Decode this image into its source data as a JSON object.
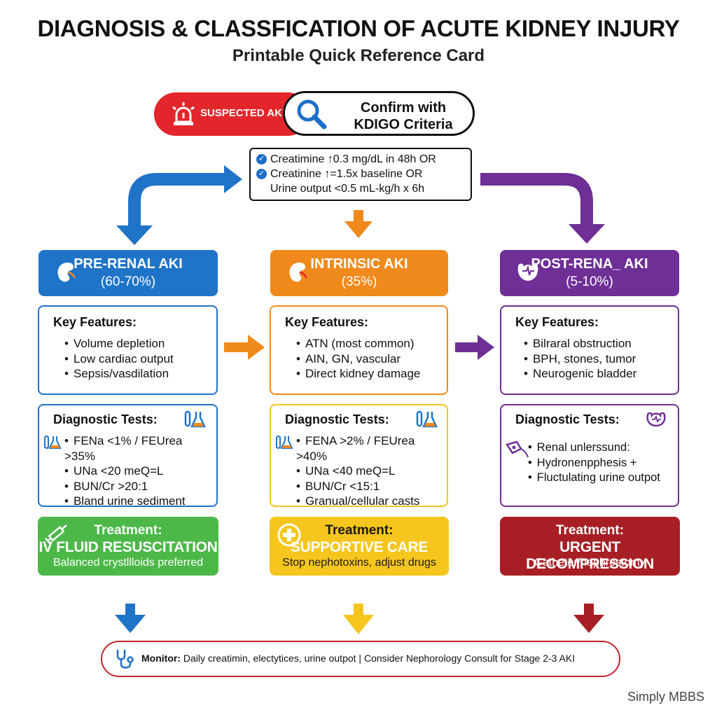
{
  "title": "DIAGNOSIS & CLASSFICATION OF ACUTE KIDNEY INJURY",
  "subtitle": "Printable Quick Reference Card",
  "suspected": {
    "label": "SUSPECTED AKI",
    "icon": "siren-icon"
  },
  "confirm": {
    "line1": "Confirm with",
    "line2": "KDIGO Criteria",
    "icon": "magnifier-icon"
  },
  "criteria": [
    "Creatimine ↑0.3 mg/dL in 48h OR",
    "Creatinine ↑=1.5x baseline OR",
    "Urine output <0.5 mL-kg/h x 6h"
  ],
  "colors": {
    "pre": "#1f74c8",
    "intrinsic": "#f08a1c",
    "post": "#6e2f96",
    "treat_pre": "#4cb848",
    "treat_intrinsic": "#f6c61e",
    "treat_post": "#a71f24",
    "alert": "#e3262b"
  },
  "columns": [
    {
      "key": "pre",
      "name": "PRE-RENAL AKI",
      "pct": "(60-70%)",
      "icon": "kidney-icon",
      "features_title": "Key Features:",
      "features": [
        "Volume depletion",
        "Low cardiac output",
        "Sepsis/vasdilation"
      ],
      "tests_title": "Diagnostic Tests:",
      "tests": [
        "FENa <1% / FEUrea >35%",
        "UNa <20 meQ=L",
        "BUN/Cr >20:1",
        "Bland urine sediment"
      ],
      "treat_title": "Treatment:",
      "treat_main": "IV FLUID RESUSCITATION",
      "treat_sub": "Balanced crystllloids preferred",
      "treat_icon": "syringe-icon"
    },
    {
      "key": "intrinsic",
      "name": "INTRINSIC AKI",
      "pct": "(35%)",
      "icon": "kidney-icon",
      "features_title": "Key Features:",
      "features": [
        "ATN (most common)",
        "AIN, GN, vascular",
        "Direct kidney damage"
      ],
      "tests_title": "Diagnostic Tests:",
      "tests": [
        "FENA >2% / FEUrea >40%",
        "UNa <40 meQ=L",
        "BUN/Cr <15:1",
        "Granual/cellular casts"
      ],
      "treat_title": "Treatment:",
      "treat_main": "SUPPORTIVE CARE",
      "treat_sub": "Stop nephotoxins, adjust drugs",
      "treat_icon": "medical-cross-icon"
    },
    {
      "key": "post",
      "name": "POST-RENA_ AKI",
      "pct": "(5-10%)",
      "icon": "bladder-icon",
      "features_title": "Key Features:",
      "features": [
        "Bilraral obstruction",
        "BPH, stones, tumor",
        "Neurogenic bladder"
      ],
      "tests_title": "Diagnostic Tests:",
      "tests": [
        "Renal unlerssund:",
        "Hydronenpphesis +",
        "Fluctulating urine outpot"
      ],
      "treat_title": "Treatment:",
      "treat_main": "URGENT DECOMPRESSION",
      "treat_sub": "Catheter/nephrostomy",
      "treat_icon": "ultrasound-icon"
    }
  ],
  "monitor": {
    "label": "Monitor:",
    "text": "Daily creatimin, electytices, urine outpot | Consider Nephorology Consult for Stage 2-3 AKI",
    "icon": "stethoscope-icon"
  },
  "brand": "Simply MBBS"
}
